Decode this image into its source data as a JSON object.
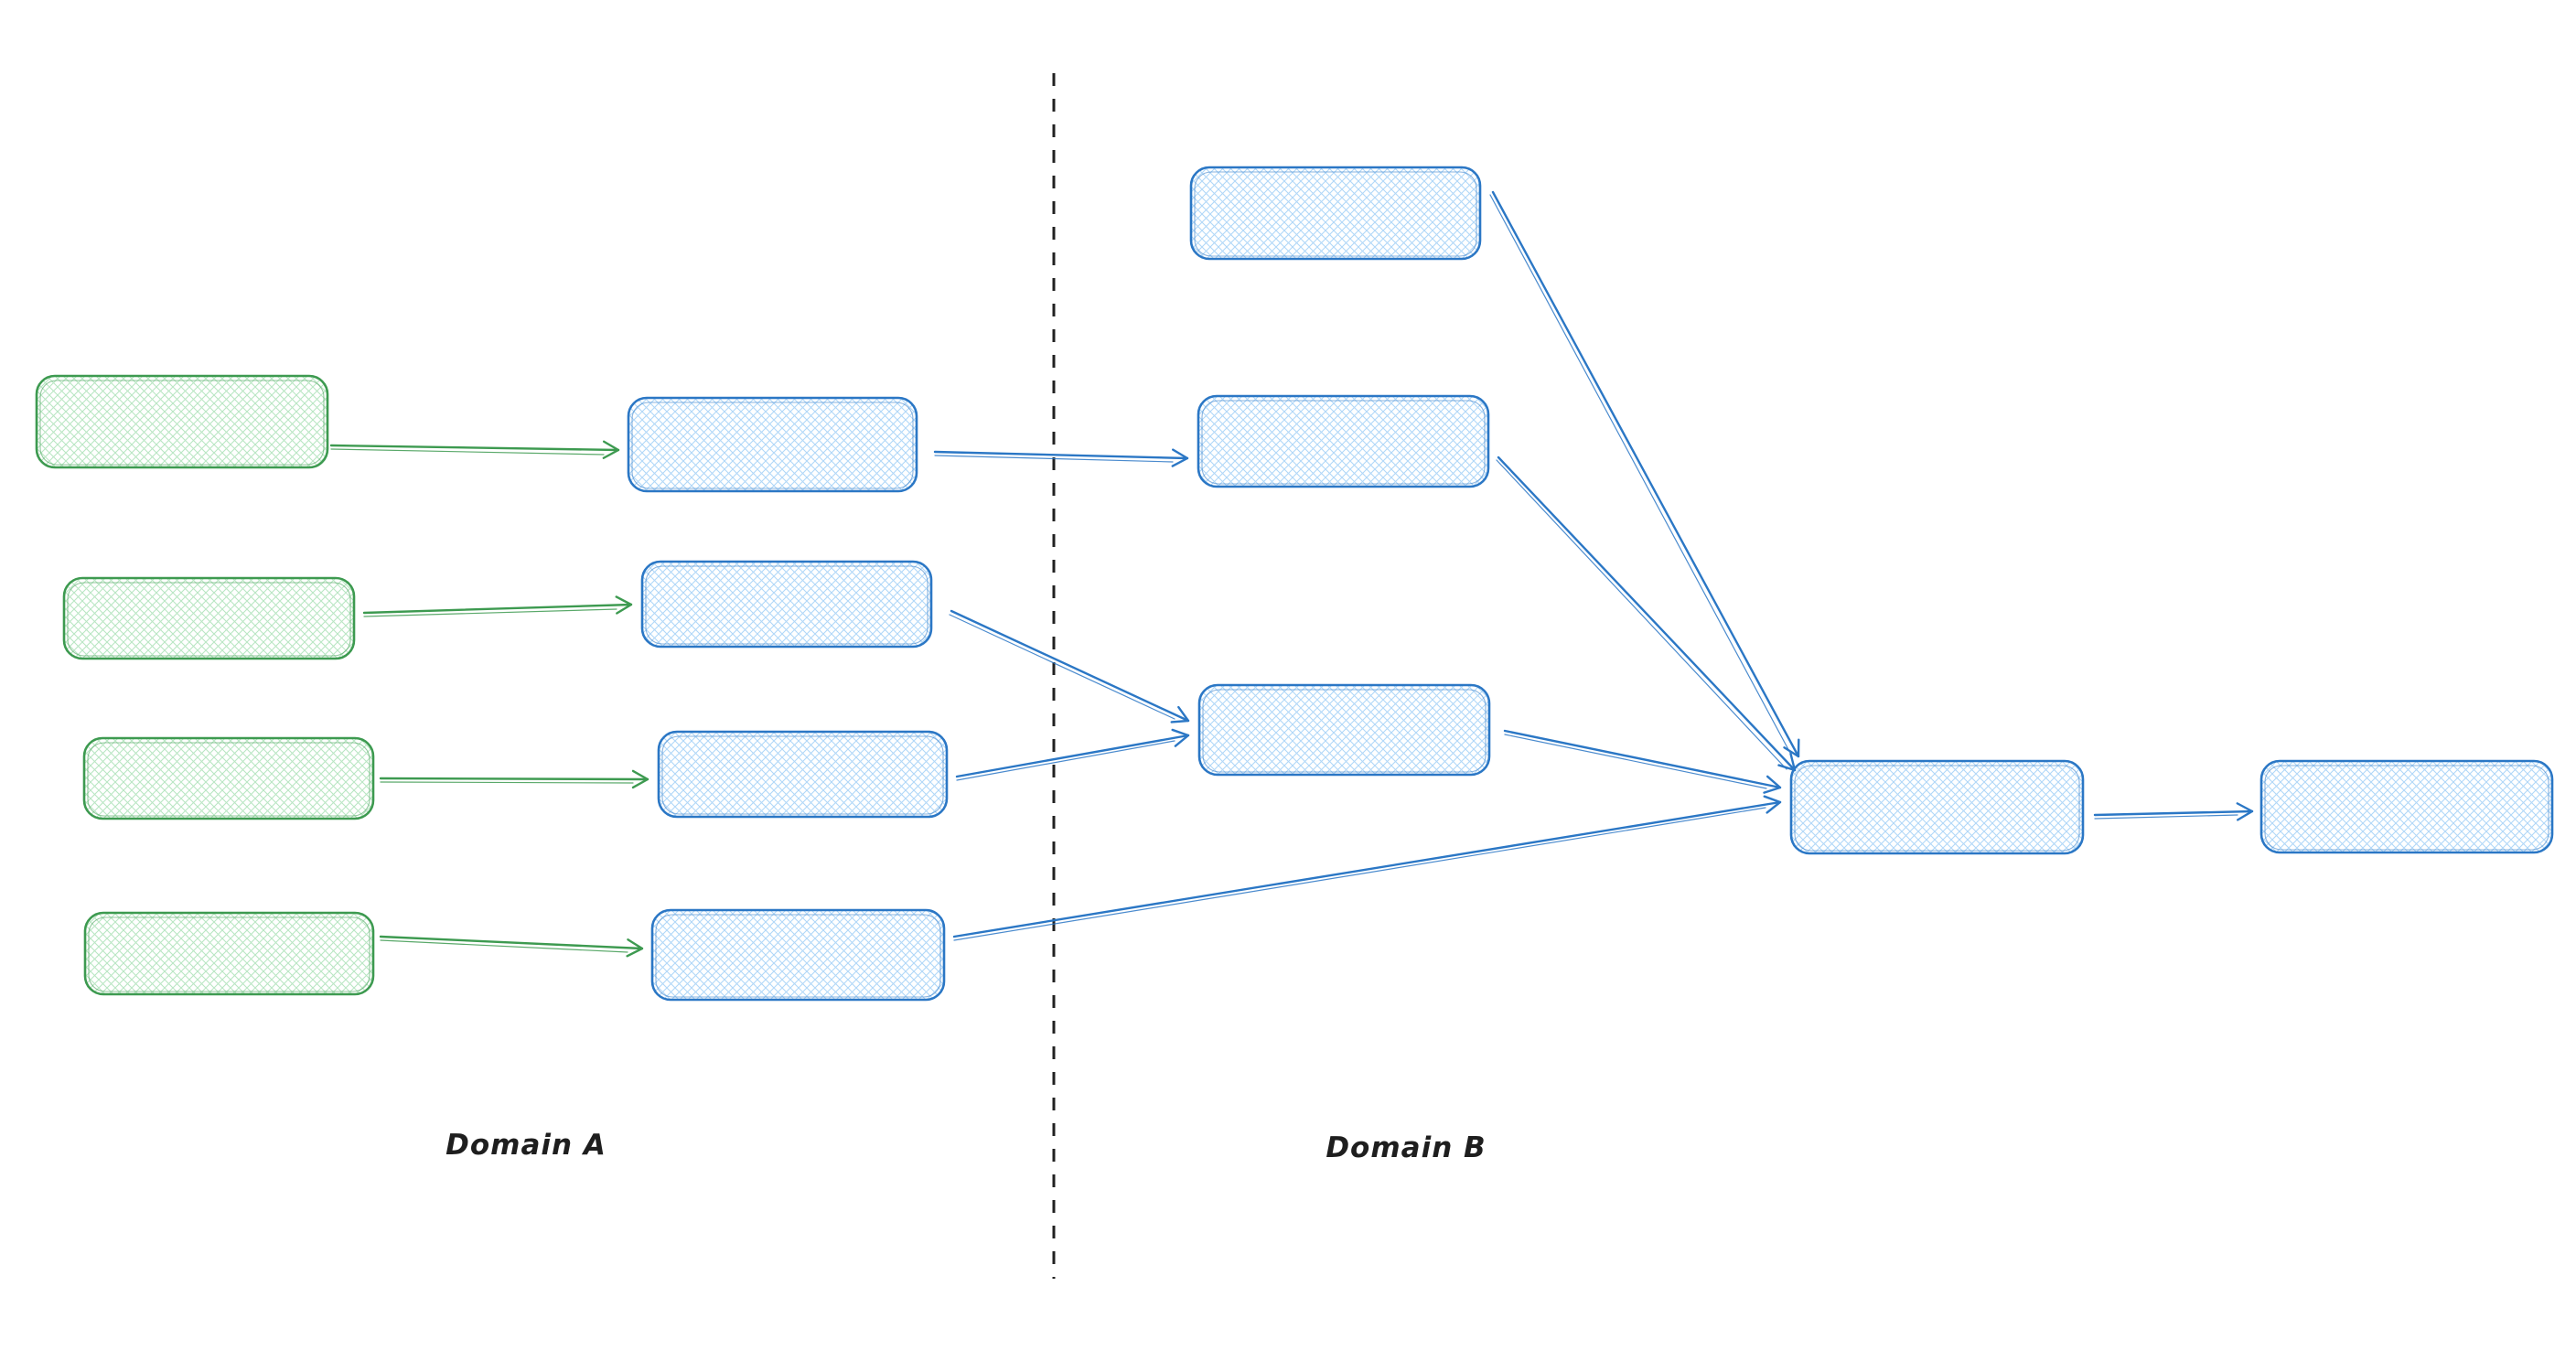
{
  "labels": {
    "domain_a": "Domain A",
    "domain_b": "Domain B"
  },
  "colors": {
    "green_stroke": "#3d9a50",
    "green_hatch": "#b9e6c3",
    "blue_stroke": "#2b77c5",
    "blue_hatch": "#b0d7f8",
    "divider": "#212121",
    "label_text": "#1e1e1e",
    "background": "#ffffff"
  },
  "diagram": {
    "type": "flow",
    "regions": [
      {
        "id": "domain-a",
        "label": "Domain A",
        "position": "left-of-divider"
      },
      {
        "id": "domain-b",
        "label": "Domain B",
        "position": "right-of-divider"
      }
    ],
    "nodes": [
      {
        "id": "green-1",
        "region": "domain-a",
        "shape": "rounded-rect",
        "color": "green",
        "fill": "cross-hatch",
        "text": ""
      },
      {
        "id": "green-2",
        "region": "domain-a",
        "shape": "rounded-rect",
        "color": "green",
        "fill": "cross-hatch",
        "text": ""
      },
      {
        "id": "green-3",
        "region": "domain-a",
        "shape": "rounded-rect",
        "color": "green",
        "fill": "cross-hatch",
        "text": ""
      },
      {
        "id": "green-4",
        "region": "domain-a",
        "shape": "rounded-rect",
        "color": "green",
        "fill": "cross-hatch",
        "text": ""
      },
      {
        "id": "blue-a1",
        "region": "domain-a",
        "shape": "rounded-rect",
        "color": "blue",
        "fill": "cross-hatch",
        "text": ""
      },
      {
        "id": "blue-a2",
        "region": "domain-a",
        "shape": "rounded-rect",
        "color": "blue",
        "fill": "cross-hatch",
        "text": ""
      },
      {
        "id": "blue-a3",
        "region": "domain-a",
        "shape": "rounded-rect",
        "color": "blue",
        "fill": "cross-hatch",
        "text": ""
      },
      {
        "id": "blue-a4",
        "region": "domain-a",
        "shape": "rounded-rect",
        "color": "blue",
        "fill": "cross-hatch",
        "text": ""
      },
      {
        "id": "blue-b1",
        "region": "domain-b",
        "shape": "rounded-rect",
        "color": "blue",
        "fill": "cross-hatch",
        "text": ""
      },
      {
        "id": "blue-b2",
        "region": "domain-b",
        "shape": "rounded-rect",
        "color": "blue",
        "fill": "cross-hatch",
        "text": ""
      },
      {
        "id": "blue-b3",
        "region": "domain-b",
        "shape": "rounded-rect",
        "color": "blue",
        "fill": "cross-hatch",
        "text": ""
      },
      {
        "id": "blue-merge",
        "region": "domain-b",
        "shape": "rounded-rect",
        "color": "blue",
        "fill": "cross-hatch",
        "text": ""
      },
      {
        "id": "blue-output",
        "region": "domain-b",
        "shape": "rounded-rect",
        "color": "blue",
        "fill": "cross-hatch",
        "text": ""
      }
    ],
    "edges": [
      {
        "from": "green-1",
        "to": "blue-a1",
        "color": "green"
      },
      {
        "from": "green-2",
        "to": "blue-a2",
        "color": "green"
      },
      {
        "from": "green-3",
        "to": "blue-a3",
        "color": "green"
      },
      {
        "from": "green-4",
        "to": "blue-a4",
        "color": "green"
      },
      {
        "from": "blue-a1",
        "to": "blue-b2",
        "color": "blue"
      },
      {
        "from": "blue-a2",
        "to": "blue-b3",
        "color": "blue"
      },
      {
        "from": "blue-a3",
        "to": "blue-b3",
        "color": "blue"
      },
      {
        "from": "blue-a4",
        "to": "blue-merge",
        "color": "blue"
      },
      {
        "from": "blue-b1",
        "to": "blue-merge",
        "color": "blue"
      },
      {
        "from": "blue-b2",
        "to": "blue-merge",
        "color": "blue"
      },
      {
        "from": "blue-b3",
        "to": "blue-merge",
        "color": "blue"
      },
      {
        "from": "blue-merge",
        "to": "blue-output",
        "color": "blue"
      }
    ],
    "divider": {
      "style": "dashed",
      "orientation": "vertical"
    }
  }
}
